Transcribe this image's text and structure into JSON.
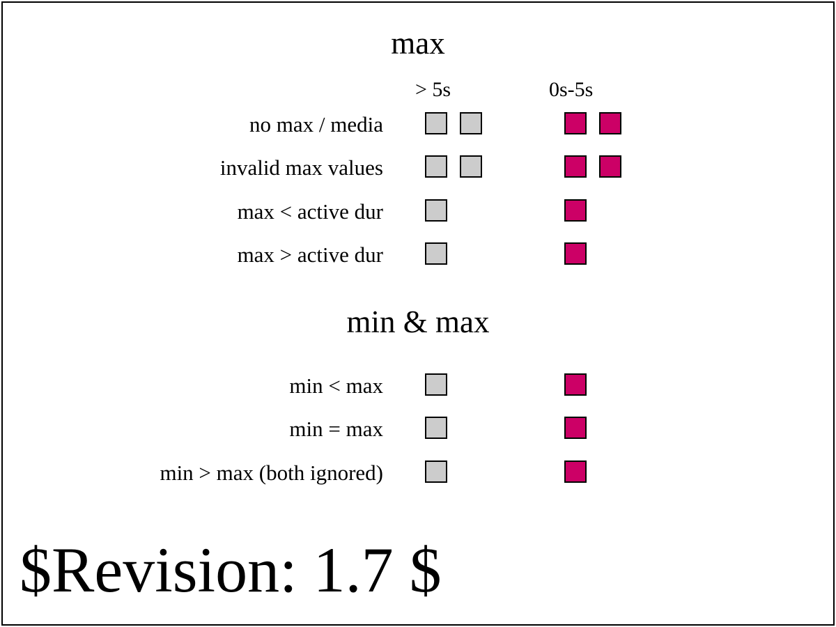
{
  "colors": {
    "grey": "#cccccc",
    "pink": "#cc0066"
  },
  "sections": [
    {
      "title": "max",
      "columns": [
        "> 5s",
        "0s-5s"
      ],
      "rows": [
        {
          "label": "no max / media",
          "grey_count": 2,
          "pink_count": 2
        },
        {
          "label": "invalid max values",
          "grey_count": 2,
          "pink_count": 2
        },
        {
          "label": "max < active dur",
          "grey_count": 1,
          "pink_count": 1
        },
        {
          "label": "max > active dur",
          "grey_count": 1,
          "pink_count": 1
        }
      ]
    },
    {
      "title": "min & max",
      "rows": [
        {
          "label": "min < max",
          "grey_count": 1,
          "pink_count": 1
        },
        {
          "label": "min = max",
          "grey_count": 1,
          "pink_count": 1
        },
        {
          "label": "min > max (both ignored)",
          "grey_count": 1,
          "pink_count": 1
        }
      ]
    }
  ],
  "revision": "$Revision: 1.7 $"
}
